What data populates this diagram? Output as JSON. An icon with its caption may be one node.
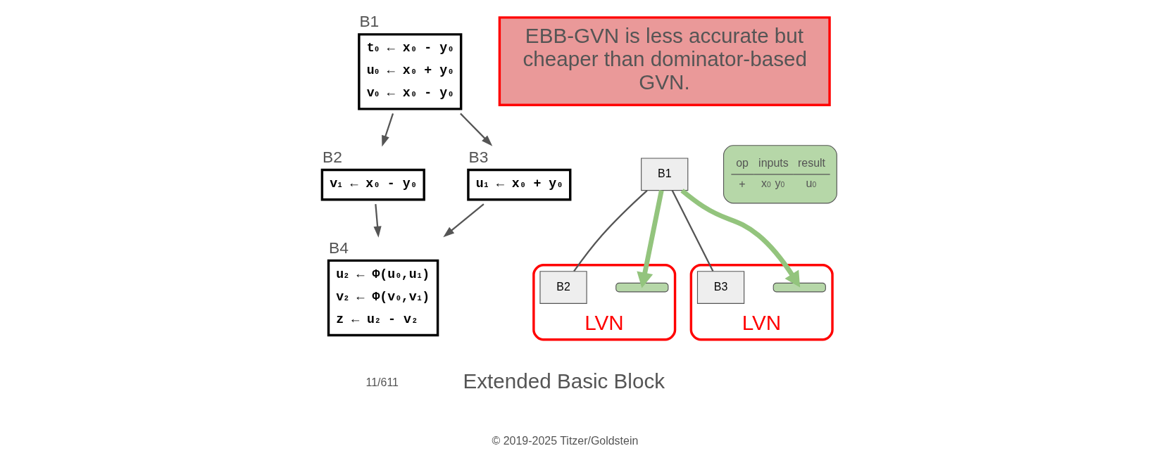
{
  "diagram": {
    "nodes": [
      {
        "text": [
          "B1",
          "t$_{0}$ ← x$_{0}$ - y$_{0}$",
          "u$_{0}$ ← x$_{0}$ + y$_{0}$",
          "v$_{0}$ ← x$_{0}$ - y$_{0}$"
        ]
      },
      {
        "text": [
          "B2",
          "v$_{1}$ ← x$_{0}$ - y$_{0}$"
        ]
      },
      {
        "text": [
          "B3",
          "u$_{1}$ ← x$_{0}$ + y$_{0}$"
        ]
      },
      {
        "text": [
          "B4",
          "u$_{2}$ ← Φ(u$_{0}$,u$_{1}$)",
          "v$_{2}$ ← Φ(v$_{0}$,v$_{1}$)",
          "z ← u$_{2}$ - v$_{2}$"
        ]
      },
      {
        "text": [
          "EBB-GVN is less accurate but cheaper than dominator-based GVN."
        ]
      },
      {
        "text": [
          "B1"
        ]
      },
      {
        "text": [
          "LVN"
        ]
      },
      {
        "text": [],
        "shape": "bar",
        "in": 6
      },
      {
        "text": [
          "B2"
        ],
        "in": 6
      },
      {
        "text": [
          "LVN"
        ]
      },
      {
        "text": [],
        "shape": "bar",
        "in": 9
      },
      {
        "text": [
          "B3"
        ],
        "in": 9
      },
      {
        "text": [
          "op",
          "inputs",
          "result",
          "+",
          "x$_{0}$ y$_{0}$",
          "u$_{0}$"
        ]
      }
    ],
    "edges": [
      {
        "from": 0,
        "to": 1,
        "arrow": "to"
      },
      {
        "from": 0,
        "to": 2,
        "arrow": "to"
      },
      {
        "from": 1,
        "to": 3,
        "arrow": "to"
      },
      {
        "from": 2,
        "to": 3,
        "arrow": "to"
      },
      {
        "from": 5,
        "to": 8,
        "arrow": "none"
      },
      {
        "from": 5,
        "to": 11,
        "arrow": "none"
      },
      {
        "from": 5,
        "to": 7,
        "arrow": "to",
        "style": "thick",
        "color": "#93c47d"
      },
      {
        "from": 5,
        "to": 10,
        "arrow": "to",
        "style": "thick",
        "color": "#93c47d"
      }
    ],
    "labels": [
      "Extended Basic Block",
      "11/611",
      "© 2019-2025 Titzer/Goldstein"
    ]
  }
}
